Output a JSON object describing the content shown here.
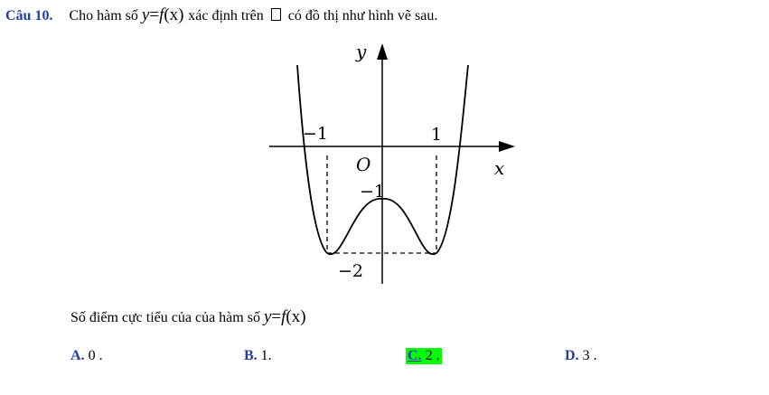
{
  "question": {
    "number": "Câu 10.",
    "text_before": "Cho hàm số",
    "func_lhs": "y",
    "func_eq": "=",
    "func_name": "f",
    "func_arg": "(x)",
    "text_after_1": "xác định trên",
    "text_after_2": "có đồ thị như hình vẽ sau."
  },
  "graph": {
    "y_axis_label": "y",
    "x_axis_label": "x",
    "origin_label": "O",
    "tick_neg1": "−1",
    "tick_pos1": "1",
    "label_y_neg1": "−1",
    "label_y_neg2": "−2"
  },
  "ask": {
    "text": "Số điểm cực tiểu của của hàm số",
    "func_lhs": "y",
    "func_eq": "=",
    "func_name": "f",
    "func_arg": "(x)"
  },
  "options": [
    {
      "letter": "A.",
      "value": "0 ."
    },
    {
      "letter": "B.",
      "value": "1."
    },
    {
      "letter": "C.",
      "value": "2 ."
    },
    {
      "letter": "D.",
      "value": "3 ."
    }
  ],
  "colors": {
    "accent": "#1f3ea8",
    "highlight": "#00ff00"
  }
}
